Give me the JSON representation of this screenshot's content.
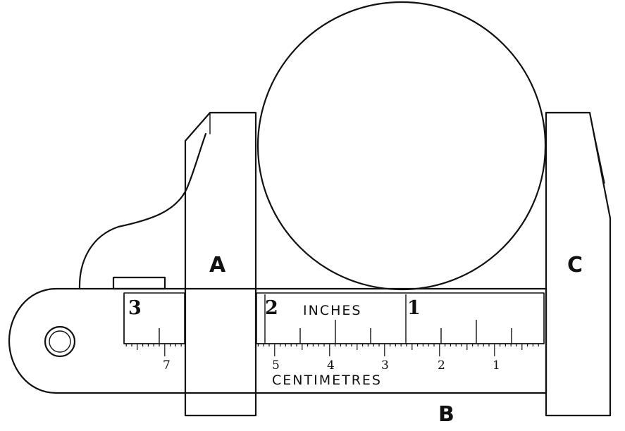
{
  "figure": {
    "labels": {
      "a": "A",
      "b": "B",
      "c": "C"
    },
    "scale_top": {
      "unit_label": "INCHES",
      "numbers": [
        "3",
        "2",
        "1"
      ]
    },
    "scale_bottom": {
      "unit_label": "CENTIMETRES",
      "numbers": [
        "7",
        "5",
        "4",
        "3",
        "2",
        "1"
      ]
    },
    "colors": {
      "ink": "#111111",
      "paper": "#ffffff"
    }
  }
}
